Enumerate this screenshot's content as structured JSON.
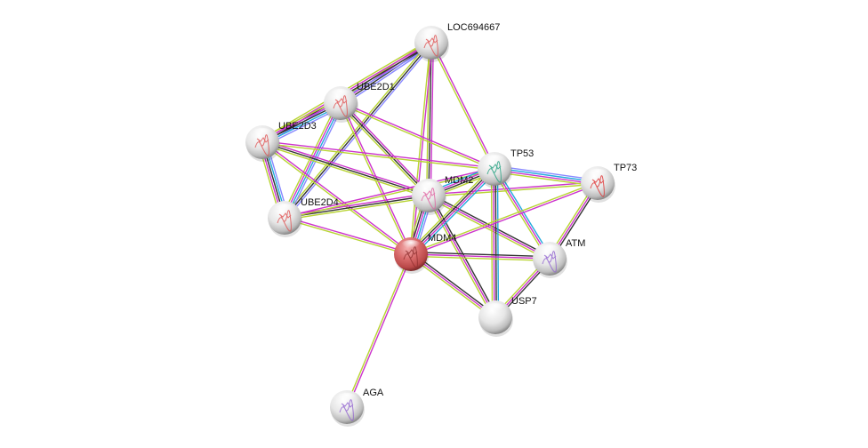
{
  "title": "Protein interaction network",
  "query_protein": "MDM4",
  "evidence_colors": {
    "experiments": "#cc33cc",
    "textmining": "#b8d433",
    "coexpression": "#333333",
    "databases": "#22aadd",
    "homology": "#8888ff"
  },
  "nodes": [
    {
      "id": "LOC694667",
      "label": "LOC694667",
      "color": "#e8e8e8",
      "structure_color": "#e05050",
      "query": false
    },
    {
      "id": "UBE2D1",
      "label": "UBE2D1",
      "color": "#e8e8e8",
      "structure_color": "#e05050",
      "query": false
    },
    {
      "id": "UBE2D3",
      "label": "UBE2D3",
      "color": "#e8e8e8",
      "structure_color": "#e05050",
      "query": false
    },
    {
      "id": "UBE2D4",
      "label": "UBE2D4",
      "color": "#e8e8e8",
      "structure_color": "#e05050",
      "query": false
    },
    {
      "id": "MDM2",
      "label": "MDM2",
      "color": "#e8e8e8",
      "structure_color": "#e060a0",
      "query": false
    },
    {
      "id": "TP53",
      "label": "TP53",
      "color": "#e8e8e8",
      "structure_color": "#20a080",
      "query": false
    },
    {
      "id": "TP73",
      "label": "TP73",
      "color": "#e8e8e8",
      "structure_color": "#e03030",
      "query": false
    },
    {
      "id": "MDM4",
      "label": "MDM4",
      "color": "#d96060",
      "structure_color": "#903030",
      "query": true
    },
    {
      "id": "ATM",
      "label": "ATM",
      "color": "#e8e8e8",
      "structure_color": "#9060d0",
      "query": false
    },
    {
      "id": "USP7",
      "label": "USP7",
      "color": "#e8e8e8",
      "structure_color": "",
      "query": false
    },
    {
      "id": "AGA",
      "label": "AGA",
      "color": "#e8e8e8",
      "structure_color": "#9060d0",
      "query": false
    }
  ],
  "edges": [
    {
      "a": "LOC694667",
      "b": "UBE2D1",
      "evidence": [
        "homology",
        "coexpression",
        "experiments",
        "textmining"
      ]
    },
    {
      "a": "LOC694667",
      "b": "UBE2D3",
      "evidence": [
        "homology",
        "coexpression",
        "experiments",
        "textmining"
      ]
    },
    {
      "a": "LOC694667",
      "b": "UBE2D4",
      "evidence": [
        "homology",
        "coexpression",
        "textmining"
      ]
    },
    {
      "a": "LOC694667",
      "b": "MDM2",
      "evidence": [
        "experiments",
        "coexpression",
        "textmining"
      ]
    },
    {
      "a": "LOC694667",
      "b": "MDM4",
      "evidence": [
        "experiments",
        "textmining"
      ]
    },
    {
      "a": "LOC694667",
      "b": "TP53",
      "evidence": [
        "experiments",
        "textmining"
      ]
    },
    {
      "a": "UBE2D1",
      "b": "UBE2D3",
      "evidence": [
        "homology",
        "databases",
        "coexpression",
        "experiments",
        "textmining"
      ]
    },
    {
      "a": "UBE2D1",
      "b": "UBE2D4",
      "evidence": [
        "homology",
        "databases",
        "experiments",
        "textmining"
      ]
    },
    {
      "a": "UBE2D1",
      "b": "MDM2",
      "evidence": [
        "experiments",
        "coexpression",
        "textmining"
      ]
    },
    {
      "a": "UBE2D1",
      "b": "MDM4",
      "evidence": [
        "experiments",
        "textmining"
      ]
    },
    {
      "a": "UBE2D1",
      "b": "TP53",
      "evidence": [
        "experiments",
        "textmining"
      ]
    },
    {
      "a": "UBE2D3",
      "b": "UBE2D4",
      "evidence": [
        "homology",
        "databases",
        "coexpression",
        "experiments",
        "textmining"
      ]
    },
    {
      "a": "UBE2D3",
      "b": "MDM2",
      "evidence": [
        "experiments",
        "coexpression",
        "textmining"
      ]
    },
    {
      "a": "UBE2D3",
      "b": "MDM4",
      "evidence": [
        "experiments",
        "textmining"
      ]
    },
    {
      "a": "UBE2D3",
      "b": "TP53",
      "evidence": [
        "experiments",
        "textmining"
      ]
    },
    {
      "a": "UBE2D4",
      "b": "MDM2",
      "evidence": [
        "experiments",
        "coexpression",
        "textmining"
      ]
    },
    {
      "a": "UBE2D4",
      "b": "MDM4",
      "evidence": [
        "experiments",
        "textmining"
      ]
    },
    {
      "a": "UBE2D4",
      "b": "TP53",
      "evidence": [
        "experiments",
        "textmining"
      ]
    },
    {
      "a": "MDM2",
      "b": "TP53",
      "evidence": [
        "databases",
        "experiments",
        "coexpression",
        "textmining"
      ]
    },
    {
      "a": "MDM2",
      "b": "MDM4",
      "evidence": [
        "homology",
        "databases",
        "experiments",
        "coexpression",
        "textmining"
      ]
    },
    {
      "a": "MDM2",
      "b": "TP73",
      "evidence": [
        "experiments",
        "textmining"
      ]
    },
    {
      "a": "MDM2",
      "b": "ATM",
      "evidence": [
        "coexpression",
        "experiments",
        "textmining"
      ]
    },
    {
      "a": "MDM2",
      "b": "USP7",
      "evidence": [
        "coexpression",
        "experiments",
        "textmining"
      ]
    },
    {
      "a": "TP53",
      "b": "TP73",
      "evidence": [
        "homology",
        "databases",
        "experiments",
        "textmining"
      ]
    },
    {
      "a": "TP53",
      "b": "MDM4",
      "evidence": [
        "databases",
        "experiments",
        "coexpression",
        "textmining"
      ]
    },
    {
      "a": "TP53",
      "b": "ATM",
      "evidence": [
        "databases",
        "experiments",
        "textmining"
      ]
    },
    {
      "a": "TP53",
      "b": "USP7",
      "evidence": [
        "databases",
        "coexpression",
        "experiments",
        "textmining"
      ]
    },
    {
      "a": "TP73",
      "b": "MDM4",
      "evidence": [
        "experiments",
        "textmining"
      ]
    },
    {
      "a": "TP73",
      "b": "ATM",
      "evidence": [
        "coexpression",
        "experiments",
        "textmining"
      ]
    },
    {
      "a": "MDM4",
      "b": "ATM",
      "evidence": [
        "coexpression",
        "experiments",
        "textmining"
      ]
    },
    {
      "a": "MDM4",
      "b": "USP7",
      "evidence": [
        "coexpression",
        "experiments",
        "textmining"
      ]
    },
    {
      "a": "MDM4",
      "b": "AGA",
      "evidence": [
        "experiments",
        "textmining"
      ]
    },
    {
      "a": "ATM",
      "b": "USP7",
      "evidence": [
        "coexpression",
        "experiments",
        "textmining"
      ]
    }
  ]
}
